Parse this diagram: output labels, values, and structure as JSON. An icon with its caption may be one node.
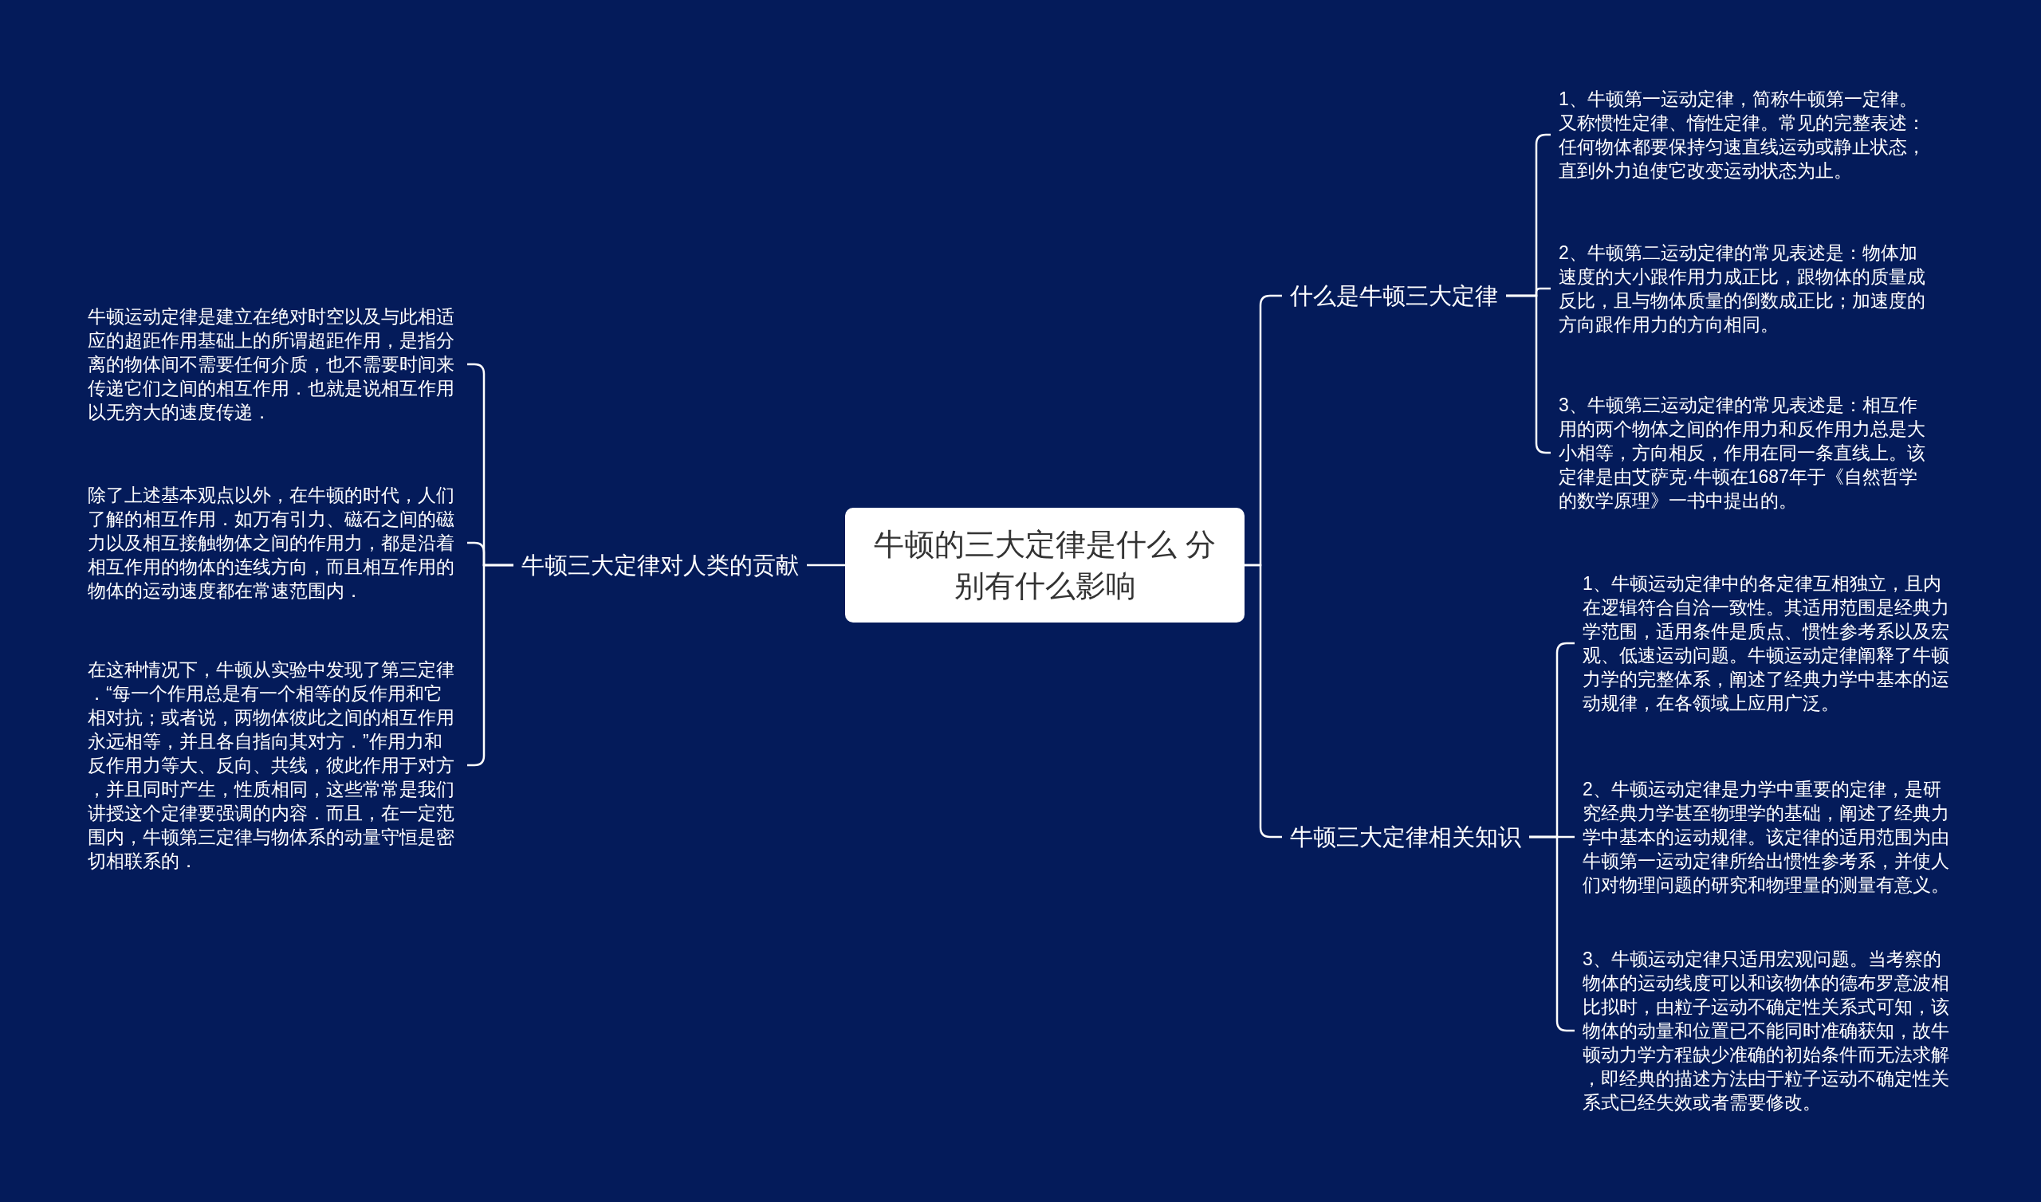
{
  "diagram": {
    "nodes": [
      {
        "text": [
          "牛顿的三大定律是什么 分别有什么影响"
        ]
      },
      {
        "text": [
          "什么是牛顿三大定律"
        ]
      },
      {
        "text": [
          "1、牛顿第一运动定律，简称牛顿第一定律。又称惯性定律、惰性定律。常见的完整表述：任何物体都要保持匀速直线运动或静止状态，直到外力迫使它改变运动状态为止。"
        ]
      },
      {
        "text": [
          "2、牛顿第二运动定律的常见表述是：物体加速度的大小跟作用力成正比，跟物体的质量成反比，且与物体质量的倒数成正比；加速度的方向跟作用力的方向相同。"
        ]
      },
      {
        "text": [
          "3、牛顿第三运动定律的常见表述是：相互作用的两个物体之间的作用力和反作用力总是大小相等，方向相反，作用在同一条直线上。该定律是由艾萨克·牛顿在1687年于《自然哲学的数学原理》一书中提出的。"
        ]
      },
      {
        "text": [
          "牛顿三大定律相关知识"
        ]
      },
      {
        "text": [
          "1、牛顿运动定律中的各定律互相独立，且内在逻辑符合自洽一致性。其适用范围是经典力学范围，适用条件是质点、惯性参考系以及宏观、低速运动问题。牛顿运动定律阐释了牛顿力学的完整体系，阐述了经典力学中基本的运动规律，在各领域上应用广泛。"
        ]
      },
      {
        "text": [
          "2、牛顿运动定律是力学中重要的定律，是研究经典力学甚至物理学的基础，阐述了经典力学中基本的运动规律。该定律的适用范围为由牛顿第一运动定律所给出惯性参考系，并使人们对物理问题的研究和物理量的测量有意义。"
        ]
      },
      {
        "text": [
          "3、牛顿运动定律只适用宏观问题。当考察的物体的运动线度可以和该物体的德布罗意波相比拟时，由粒子运动不确定性关系式可知，该物体的动量和位置已不能同时准确获知，故牛顿动力学方程缺少准确的初始条件而无法求解，即经典的描述方法由于粒子运动不确定性关系式已经失效或者需要修改。"
        ]
      },
      {
        "text": [
          "牛顿三大定律对人类的贡献"
        ]
      },
      {
        "text": [
          "牛顿运动定律是建立在绝对时空以及与此相适应的超距作用基础上的所谓超距作用，是指分离的物体间不需要任何介质，也不需要时间来传递它们之间的相互作用．也就是说相互作用以无穷大的速度传递．"
        ]
      },
      {
        "text": [
          "除了上述基本观点以外，在牛顿的时代，人们了解的相互作用．如万有引力、磁石之间的磁力以及相互接触物体之间的作用力，都是沿着相互作用的物体的连线方向，而且相互作用的物体的运动速度都在常速范围内．"
        ]
      },
      {
        "text": [
          "在这种情况下，牛顿从实验中发现了第三定律．“每一个作用总是有一个相等的反作用和它相对抗；或者说，两物体彼此之间的相互作用永远相等，并且各自指向其对方．”作用力和反作用力等大、反向、共线，彼此作用于对方，并且同时产生，性质相同，这些常常是我们讲授这个定律要强调的内容．而且，在一定范围内，牛顿第三定律与物体系的动量守恒是密切相联系的．"
        ]
      }
    ],
    "edges": [
      {
        "from": 0,
        "to": 1,
        "arrow": "none"
      },
      {
        "from": 1,
        "to": 2,
        "arrow": "none"
      },
      {
        "from": 1,
        "to": 3,
        "arrow": "none"
      },
      {
        "from": 1,
        "to": 4,
        "arrow": "none"
      },
      {
        "from": 0,
        "to": 5,
        "arrow": "none"
      },
      {
        "from": 5,
        "to": 6,
        "arrow": "none"
      },
      {
        "from": 5,
        "to": 7,
        "arrow": "none"
      },
      {
        "from": 5,
        "to": 8,
        "arrow": "none"
      },
      {
        "from": 0,
        "to": 9,
        "arrow": "none"
      },
      {
        "from": 9,
        "to": 10,
        "arrow": "none"
      },
      {
        "from": 9,
        "to": 11,
        "arrow": "none"
      },
      {
        "from": 9,
        "to": 12,
        "arrow": "none"
      }
    ]
  }
}
